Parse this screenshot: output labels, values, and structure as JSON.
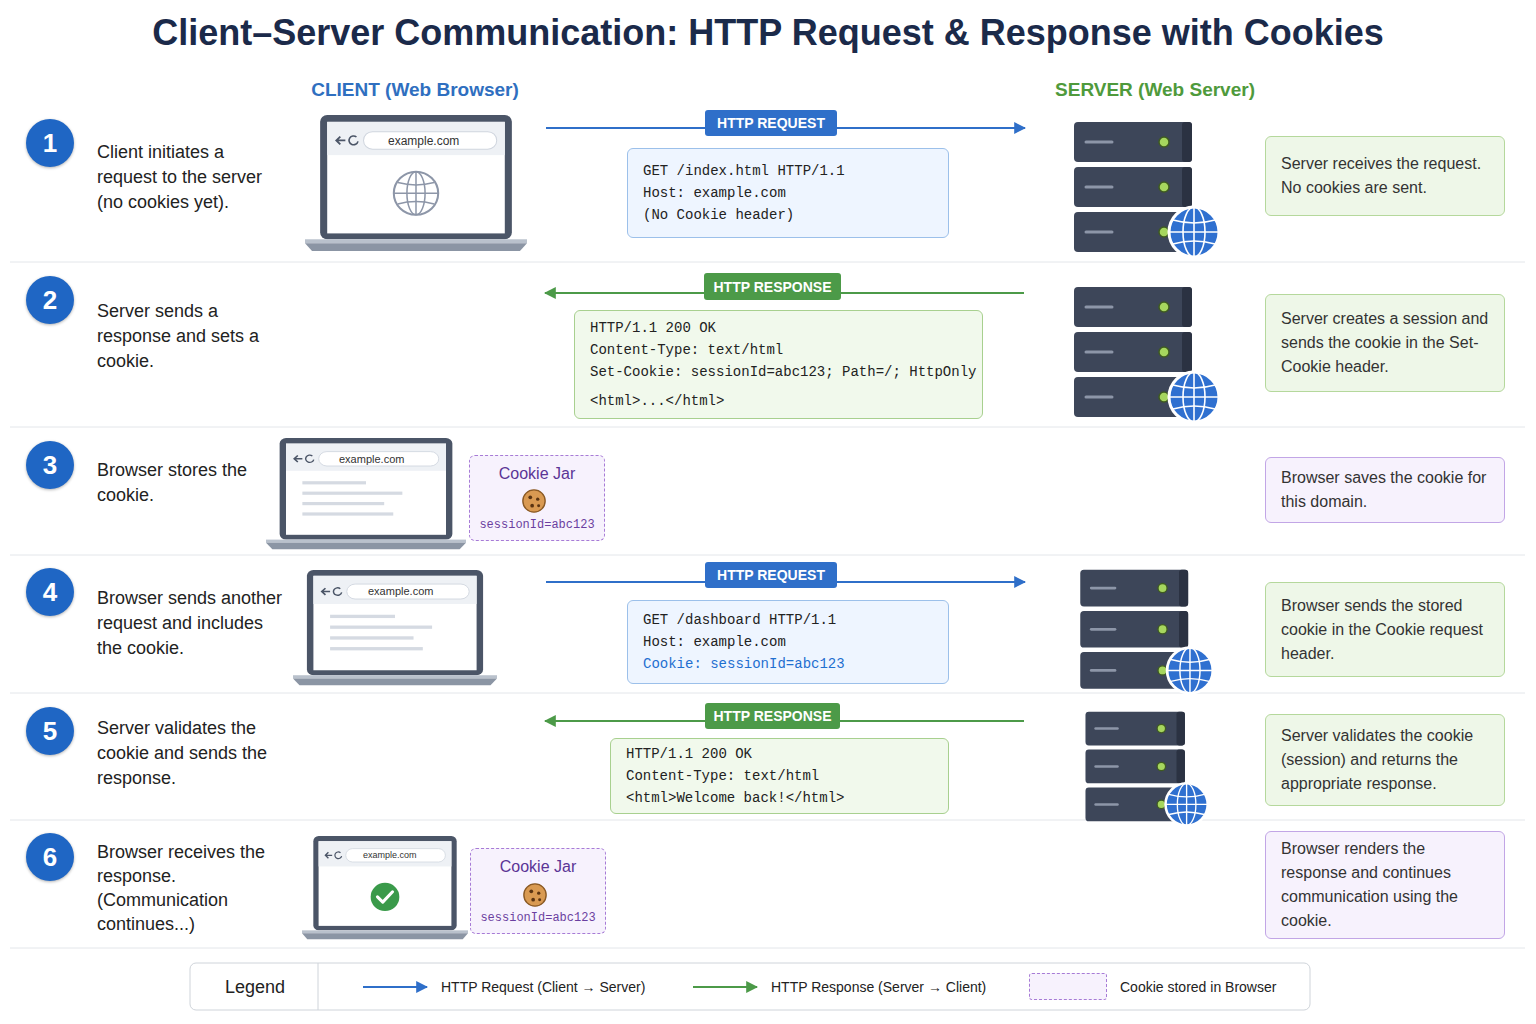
{
  "diagram": {
    "title": "Client–Server Communication: HTTP Request & Response with Cookies",
    "nodes": [
      {
        "text": [
          "1"
        ]
      },
      {
        "text": [
          "HTTP REQUEST"
        ]
      },
      {
        "text": [
          "GET /index.html HTTP/1.1",
          "Host: example.com",
          "(No Cookie header)"
        ]
      },
      {
        "text": [
          "Server receives the request. No cookies are sent."
        ]
      },
      {
        "text": [
          "2"
        ]
      },
      {
        "text": [
          "HTTP RESPONSE"
        ]
      },
      {
        "text": [
          "HTTP/1.1 200 OK",
          "Content-Type: text/html",
          "Set-Cookie: sessionId=abc123; Path=/; HttpOnly",
          "<html>...</html>"
        ]
      },
      {
        "text": [
          "Server creates a session and sends the cookie in the Set-Cookie header."
        ]
      },
      {
        "text": [
          "3"
        ]
      },
      {
        "text": [
          "Cookie Jar",
          "sessionId=abc123"
        ]
      },
      {
        "text": [
          "Browser saves the cookie for this domain."
        ]
      },
      {
        "text": [
          "4"
        ]
      },
      {
        "text": [
          "HTTP REQUEST"
        ]
      },
      {
        "text": [
          "GET /dashboard HTTP/1.1",
          "Host: example.com",
          "Cookie: sessionId=abc123"
        ]
      },
      {
        "text": [
          "Browser sends the stored cookie in the Cookie request header."
        ]
      },
      {
        "text": [
          "5"
        ]
      },
      {
        "text": [
          "HTTP RESPONSE"
        ]
      },
      {
        "text": [
          "HTTP/1.1 200 OK",
          "Content-Type: text/html",
          "<html>Welcome back!</html>"
        ]
      },
      {
        "text": [
          "Server validates the cookie (session) and returns the appropriate response."
        ]
      },
      {
        "text": [
          "6"
        ]
      },
      {
        "text": [
          "Cookie Jar",
          "sessionId=abc123"
        ]
      },
      {
        "text": [
          "Browser renders the response and continues communication using the cookie."
        ]
      }
    ],
    "labels": [
      "CLIENT (Web Browser)",
      "SERVER (Web Server)",
      "Client initiates a request to the server (no cookies yet).",
      "example.com",
      "Server sends a response and sets a cookie.",
      "Browser stores the cookie.",
      "example.com",
      "Browser sends another request and includes the cookie.",
      "example.com",
      "Server validates the cookie and sends the response.",
      "Browser receives the response. (Communication continues...)",
      "example.com",
      "Legend"
    ],
    "legend": [
      {
        "text": "HTTP Request (Client → Server)"
      },
      {
        "text": "HTTP Response (Server → Client)"
      },
      {
        "text": "Cookie stored in Browser",
        "color": "#f7f2fd"
      }
    ]
  }
}
